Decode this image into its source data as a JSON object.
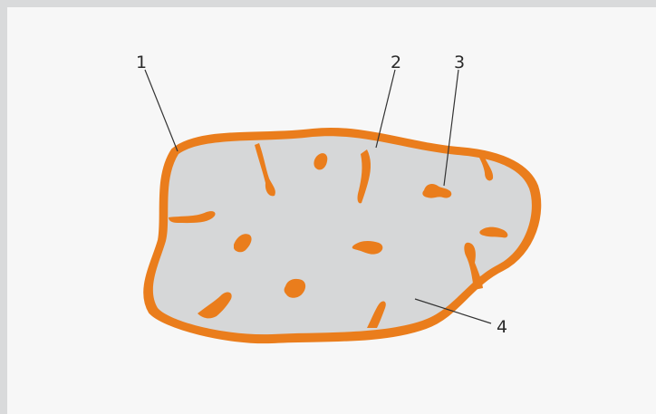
{
  "labels": {
    "label_1": "1",
    "label_2": "2",
    "label_3": "3",
    "label_4": "4"
  },
  "colors": {
    "background": "#d9dadb",
    "panel": "#f7f7f7",
    "membrane_orange": "#ea7d1c",
    "interior_gray": "#d6d7d8",
    "leader_lines": "#333333"
  }
}
